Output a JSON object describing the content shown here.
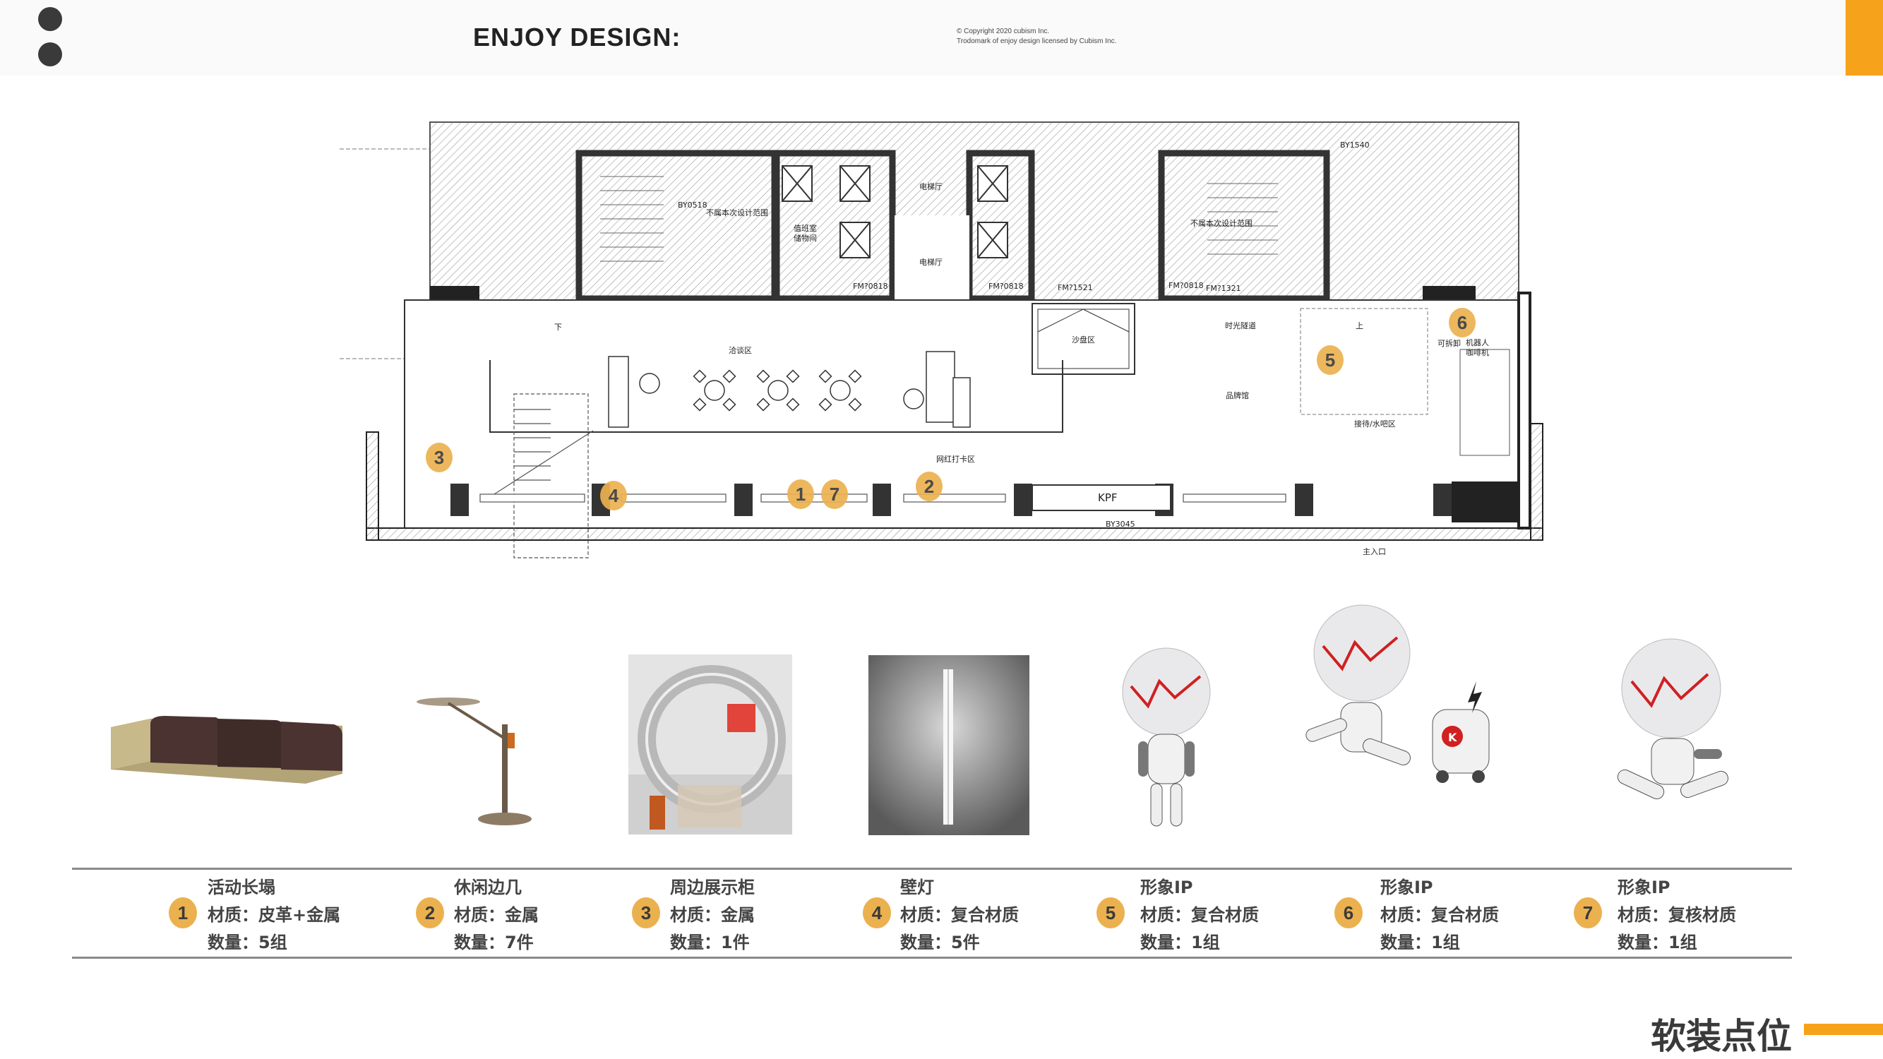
{
  "header": {
    "brand": "ENJOY DESIGN:",
    "copyright_line1": "©   Copyright 2020 cubism Inc.",
    "copyright_line2": "Trodomark of enjoy design licensed by Cubism Inc."
  },
  "colors": {
    "accent": "#f7a21b",
    "marker": "#ebb14f",
    "text": "#444444"
  },
  "plan": {
    "labels": {
      "negotiation": "洽谈区",
      "elevator_hall": "电梯厅",
      "elevator_hall_top": "电梯厅",
      "checkin": "网红打卡区",
      "sand_table": "沙盘区",
      "time_tunnel": "时光隧道",
      "brand_hall": "品牌馆",
      "reception": "接待/水吧区",
      "removable": "可拆卸",
      "robot_coffee_1": "机器人",
      "robot_coffee_2": "咖啡机",
      "main_entrance": "主入口",
      "kpf": "KPF",
      "by3045": "BY3045",
      "by1540": "BY1540",
      "by0518": "BY0518",
      "out_of_scope_1": "不属本次设计范围",
      "out_of_scope_2": "不属本次设计范围",
      "fm1521": "FM?1521",
      "fm0818_a": "FM?0818",
      "fm0818_b": "FM?0818",
      "fm0818_c": "FM?0818",
      "fm1321": "FM?1321",
      "duty_room": "值班室",
      "storage": "储物间",
      "up": "上",
      "down": "下"
    },
    "markers": [
      "3",
      "4",
      "1",
      "7",
      "2",
      "5",
      "6"
    ]
  },
  "items": [
    {
      "num": "1",
      "name": "活动长塌",
      "material": "材质：皮革+金属",
      "qty": "数量：5组"
    },
    {
      "num": "2",
      "name": "休闲边几",
      "material": "材质：金属",
      "qty": "数量：7件"
    },
    {
      "num": "3",
      "name": "周边展示柜",
      "material": "材质：金属",
      "qty": "数量：1件"
    },
    {
      "num": "4",
      "name": "壁灯",
      "material": "材质：复合材质",
      "qty": "数量：5件"
    },
    {
      "num": "5",
      "name": "形象IP",
      "material": "材质：复合材质",
      "qty": "数量：1组"
    },
    {
      "num": "6",
      "name": "形象IP",
      "material": "材质：复合材质",
      "qty": "数量：1组"
    },
    {
      "num": "7",
      "name": "形象IP",
      "material": "材质：复核材质",
      "qty": "数量：1组"
    }
  ],
  "page_title": "软装点位"
}
